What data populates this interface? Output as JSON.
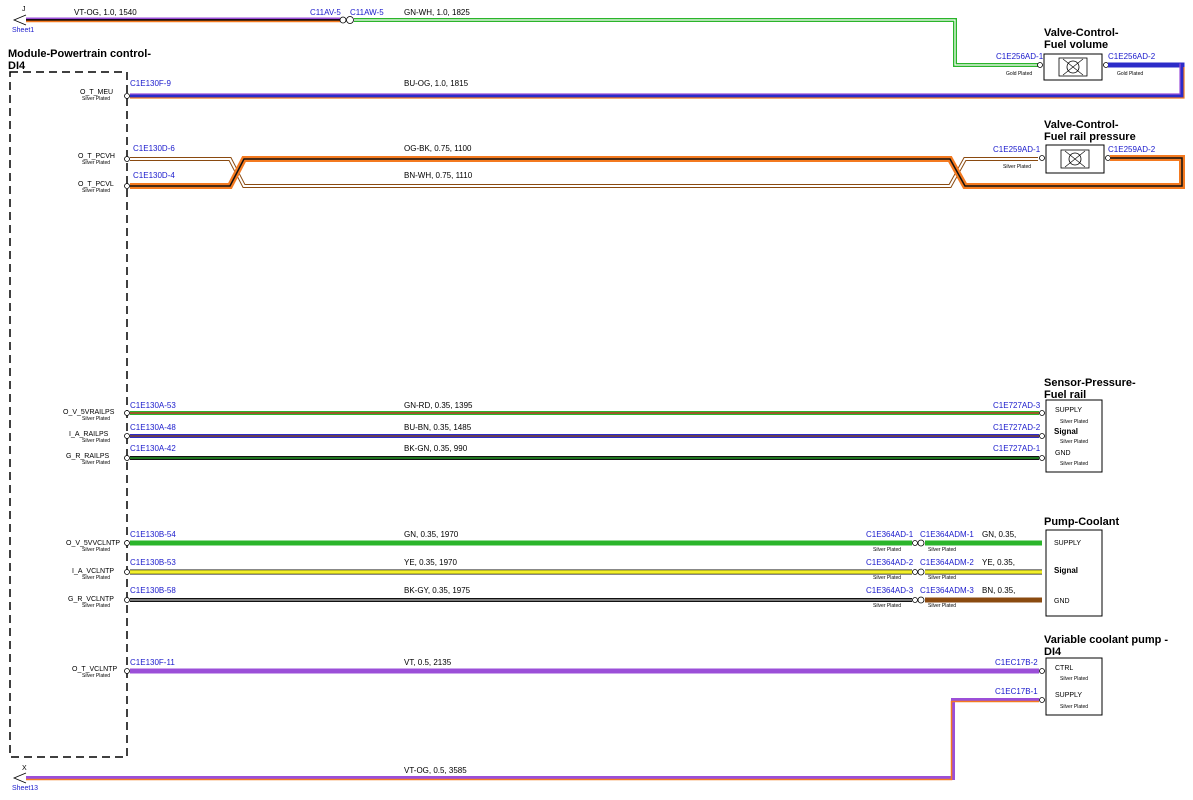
{
  "module": {
    "title_line1": "Module-Powertrain control-",
    "title_line2": "DI4"
  },
  "offsheet": {
    "top": {
      "letter": "J",
      "sheet": "Sheet1"
    },
    "bottom": {
      "letter": "X",
      "sheet": "Sheet13"
    }
  },
  "top_wire": {
    "spec_left": "VT-OG,  1.0,  1540",
    "conn_left": "C11AV-5",
    "conn_right": "C11AW-5",
    "spec_right": "GN-WH,  1.0,  1825"
  },
  "bottom_wire": {
    "spec": "VT-OG,  0.5,  3585"
  },
  "plating": {
    "silver": "Silver Plated",
    "gold": "Gold Plated"
  },
  "pins": {
    "meu": "O_T_MEU",
    "pcvh": "O_T_PCVH",
    "pcvl": "O_T_PCVL",
    "v5rail": "O_V_5VRAILPS",
    "arail": "I_A_RAILPS",
    "grail": "G_R_RAILPS",
    "v5vcl": "O_V_5VVCLNTP",
    "avcl": "I_A_VCLNTP",
    "gvcl": "G_R_VCLNTP",
    "tvcl": "O_T_VCLNTP"
  },
  "wires": {
    "meu": {
      "conn_left": "C1E130F-9",
      "spec": "BU-OG,  1.0,  1815"
    },
    "pcvh": {
      "conn_left": "C1E130D-6",
      "spec": "OG-BK,  0.75,  1100"
    },
    "pcvl": {
      "conn_left": "C1E130D-4",
      "spec": "BN-WH,  0.75,  1110"
    },
    "v5rail": {
      "conn_left": "C1E130A-53",
      "spec": "GN-RD,  0.35,  1395",
      "conn_right": "C1E727AD-3"
    },
    "arail": {
      "conn_left": "C1E130A-48",
      "spec": "BU-BN,  0.35,  1485",
      "conn_right": "C1E727AD-2"
    },
    "grail": {
      "conn_left": "C1E130A-42",
      "spec": "BK-GN,  0.35,  990",
      "conn_right": "C1E727AD-1"
    },
    "v5vcl": {
      "conn_left": "C1E130B-54",
      "spec": "GN,  0.35,  1970",
      "conn_a": "C1E364AD-1",
      "conn_b": "C1E364ADM-1",
      "spec_right": "GN,  0.35,"
    },
    "avcl": {
      "conn_left": "C1E130B-53",
      "spec": "YE,  0.35,  1970",
      "conn_a": "C1E364AD-2",
      "conn_b": "C1E364ADM-2",
      "spec_right": "YE,  0.35,"
    },
    "gvcl": {
      "conn_left": "C1E130B-58",
      "spec": "BK-GY,  0.35,  1975",
      "conn_a": "C1E364AD-3",
      "conn_b": "C1E364ADM-3",
      "spec_right": "BN,  0.35,"
    },
    "tvcl": {
      "conn_left": "C1E130F-11",
      "spec": "VT,  0.5,  2135",
      "conn_right": "C1EC17B-2"
    },
    "supply": {
      "conn_right": "C1EC17B-1"
    }
  },
  "components": {
    "fuel_volume": {
      "title_line1": "Valve-Control-",
      "title_line2": "Fuel volume",
      "conn_left": "C1E256AD-1",
      "conn_right": "C1E256AD-2"
    },
    "rail_pressure": {
      "title_line1": "Valve-Control-",
      "title_line2": "Fuel rail pressure",
      "conn_left": "C1E259AD-1",
      "conn_right": "C1E259AD-2"
    },
    "sensor": {
      "title_line1": "Sensor-Pressure-",
      "title_line2": "Fuel rail",
      "pin1": "SUPPLY",
      "pin2": "Signal",
      "pin3": "GND"
    },
    "pump": {
      "title": "Pump-Coolant",
      "pin1": "SUPPLY",
      "pin2": "Signal",
      "pin3": "GND"
    },
    "vcp": {
      "title_line1": "Variable coolant pump -",
      "title_line2": "DI4",
      "pin1": "CTRL",
      "pin2": "SUPPLY"
    }
  },
  "colors": {
    "violet": "#9b4fd8",
    "orange": "#f47a20",
    "green": "#2bb52b",
    "white": "#ffffff",
    "blue": "#2c2cc8",
    "black": "#111111",
    "brown": "#8a4a10",
    "red": "#e0202a",
    "yellow": "#f2ef2a",
    "connector": "#1a1acc"
  }
}
